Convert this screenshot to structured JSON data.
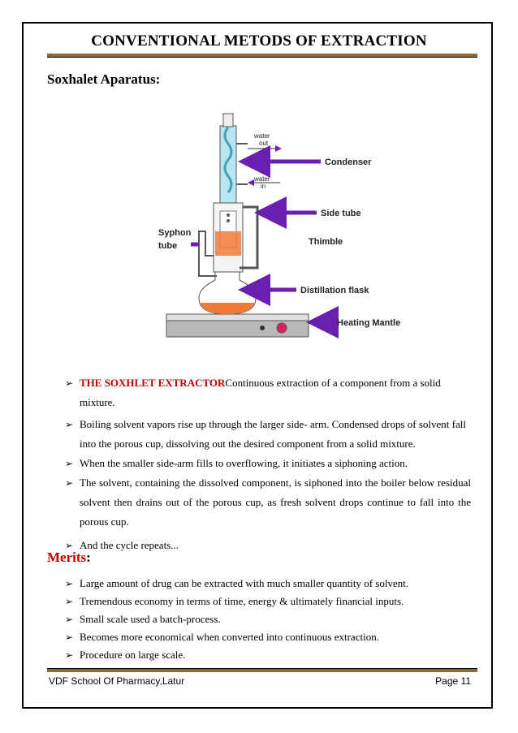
{
  "page": {
    "title": "CONVENTIONAL METODS OF EXTRACTION",
    "section_heading": "Soxhalet Aparatus:",
    "merits_heading": "Merits",
    "merits_colon": ":"
  },
  "diagram": {
    "labels": {
      "water_out": "water out",
      "water_in": "water in",
      "condenser": "Condenser",
      "side_tube": "Side tube",
      "syphon": "Syphon",
      "tube": "tube",
      "thimble": "Thimble",
      "distillation_flask": "Distillation flask",
      "heating_mantle": "Heating Mantle"
    },
    "colors": {
      "arrow": "#6a1fb0",
      "solvent": "#f07a3a",
      "condenser": "#b8e6f0"
    }
  },
  "bullets": [
    {
      "lead": "THE SOXHLET EXTRACTOR",
      "text": "Continuous extraction of a component from a solid mixture."
    },
    {
      "lead": "",
      "text": "Boiling solvent vapors rise up through the larger side- arm. Condensed drops of solvent fall into the porous cup, dissolving out the desired component from a solid mixture."
    },
    {
      "lead": "",
      "text": "When the smaller side-arm fills to overflowing, it initiates a siphoning action."
    },
    {
      "lead": "",
      "text": "The solvent, containing the dissolved component, is siphoned into the boiler below residual solvent then drains out of the porous cup, as fresh solvent drops continue to fall into the porous cup."
    },
    {
      "lead": "",
      "text": "And the cycle repeats..."
    }
  ],
  "merits": [
    "Large amount of drug can be extracted with much smaller quantity of solvent.",
    "Tremendous economy in terms of time, energy & ultimately financial inputs.",
    "Small scale used a batch-process.",
    "Becomes more economical when converted into continuous extraction.",
    "Procedure on large scale."
  ],
  "bullet_symbol": "➢",
  "footer": {
    "left": "VDF School Of Pharmacy,Latur",
    "right": "Page 11"
  }
}
